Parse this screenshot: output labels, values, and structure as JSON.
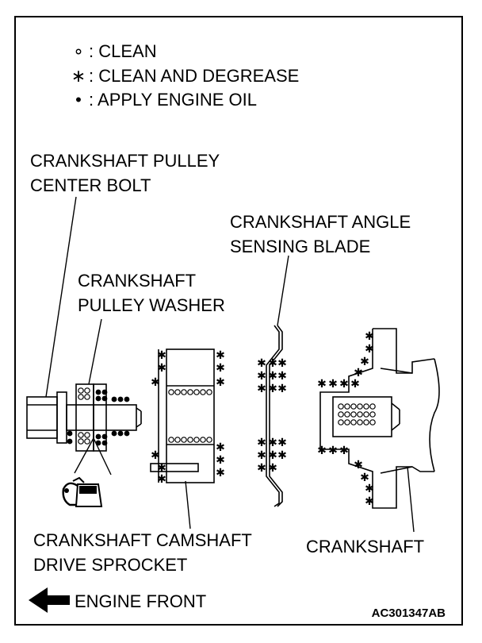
{
  "legend": [
    {
      "symbol": "∘",
      "separator": ":",
      "label": "CLEAN",
      "icon": "open-circle-icon"
    },
    {
      "symbol": "∗",
      "separator": ":",
      "label": "CLEAN AND DEGREASE",
      "icon": "asterisk-icon"
    },
    {
      "symbol": "•",
      "separator": ":",
      "label": "APPLY ENGINE OIL",
      "icon": "filled-dot-icon"
    }
  ],
  "labels": {
    "bolt_line1": "CRANKSHAFT PULLEY",
    "bolt_line2": "CENTER BOLT",
    "washer_line1": "CRANKSHAFT",
    "washer_line2": "PULLEY WASHER",
    "blade_line1": "CRANKSHAFT ANGLE",
    "blade_line2": "SENSING BLADE",
    "sprocket_line1": "CRANKSHAFT CAMSHAFT",
    "sprocket_line2": "DRIVE SPROCKET",
    "crankshaft": "CRANKSHAFT",
    "engine_front": "ENGINE FRONT"
  },
  "figure_code": "AC301347AB",
  "icons": [
    "left-arrow-icon",
    "oil-can-icon"
  ]
}
